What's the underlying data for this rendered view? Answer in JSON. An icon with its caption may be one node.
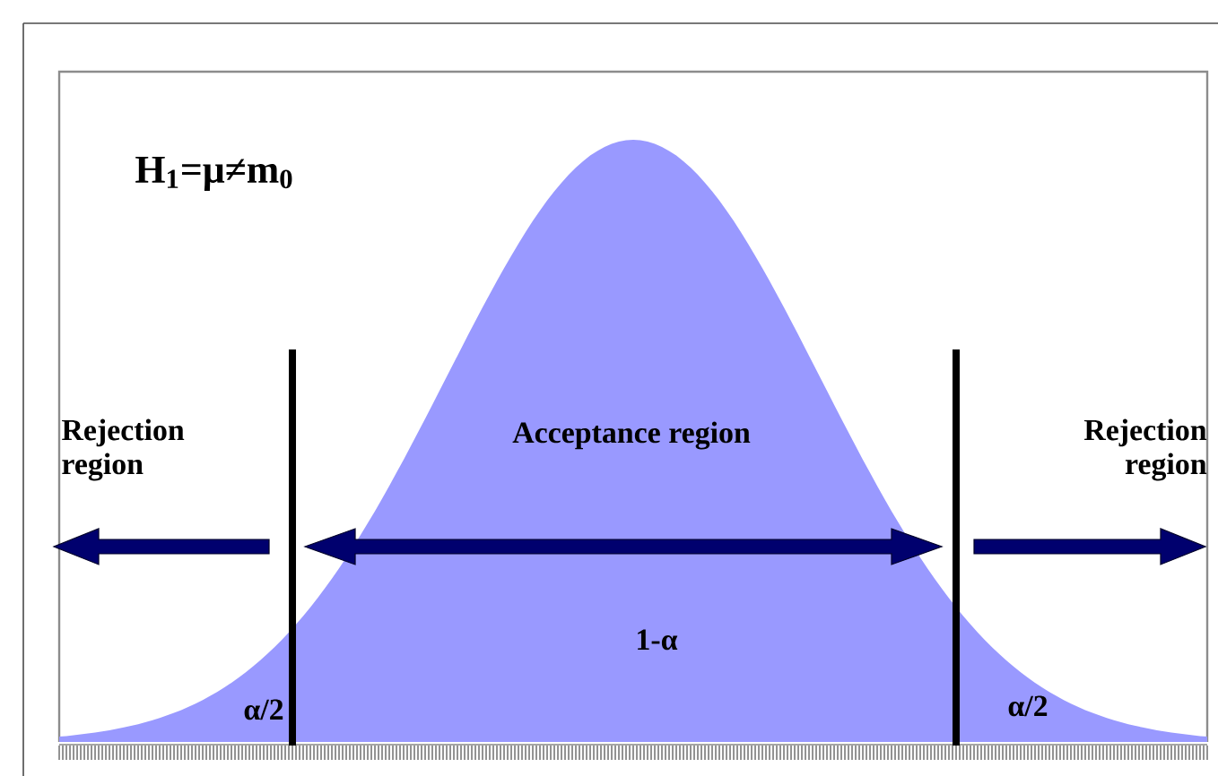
{
  "diagram": {
    "labels": [
      "H$_{1}$=μ≠m$_{0}$",
      "Rejection region",
      "Acceptance region",
      "Rejection region",
      "1-α",
      "α/2",
      "α/2"
    ]
  }
}
